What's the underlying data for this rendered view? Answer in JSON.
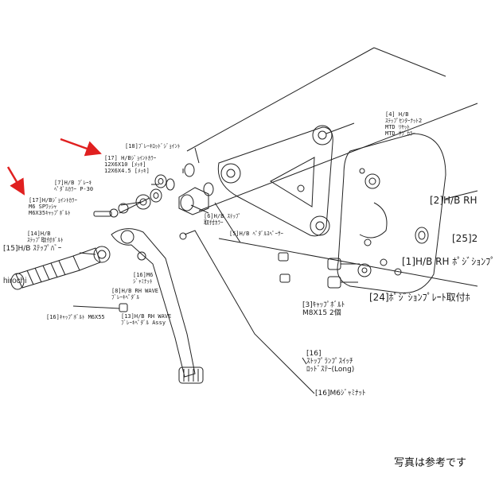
{
  "colors": {
    "line": "#222222",
    "arrow": "#e02020"
  },
  "labels": {
    "l4a": "[4] H/B",
    "l4b": "ｽﾃｯﾌﾟｾﾝﾀｰﾅｯﾄ2",
    "l4c": "MTD ﾘﾔｯﾄ",
    "l4d": "MTD ｻﾌﾞｶﾗｰ",
    "l18": "[18]ﾌﾞﾚｰｷﾛｯﾄﾞｼﾞｮｲﾝﾄ",
    "l17a": "[17] H/Bｼﾞｮｲﾝﾄｶﾗｰ",
    "l17b": "12X6X10 [ﾒｯｷ]",
    "l17c": "12X6X4.5 [ﾒｯｷ]",
    "l7a": "[7]H/B ﾌﾞﾚｰｷ",
    "l7b": "ﾍﾟﾀﾞﾙｶﾗｰ P-30",
    "l17d": "[17]H/Bｼﾞｮｲﾝﾄｶﾗｰ",
    "l17e": "M6 SPﾜｯｼｬ",
    "l17f": "M6X35ｷｬｯﾌﾟﾎﾞﾙﾄ",
    "l2": "[2]H/B RH",
    "l14a": "[14]H/B",
    "l14b": "ｽﾃｯﾌﾟ取付ﾎﾞﾙﾄ",
    "l15": "[15]H/B ｽﾃｯﾌﾟﾊﾞｰ",
    "l6a": "[6]H/B ｽﾃｯﾌﾟ",
    "l6b": "取付ｶﾗｰ",
    "l5": "[5]H/B ﾍﾟﾀﾞﾙｽﾍﾟｰｻｰ",
    "l25": "[25]2",
    "l1": "[1]H/B RH ﾎﾟｼﾞｼｮﾝﾌﾟ",
    "l16a": "[16]M6",
    "l16b": "ｼﾞｬﾐﾅｯﾄ",
    "l8a": "[8]H/B RH WAVE",
    "l8b": "ﾌﾞﾚｰｷﾍﾟﾀﾞﾙ",
    "l24": "[24]ﾎﾟｼﾞｼｮﾝﾌﾟﾚｰﾄ取付ﾎ",
    "l3a": "[3]ｷｬｯﾌﾟﾎﾞﾙﾄ",
    "l3b": "M8X15 2個",
    "l13a": "[13]H/B RH WAVE",
    "l13b": "ﾌﾞﾚｰｷﾍﾟﾀﾞﾙ Assy",
    "l16c": "[16]ｷｬｯﾌﾟﾎﾞﾙﾄ M6X55",
    "l16d": "[16]",
    "l16e": "ｽﾄｯﾌﾟﾗﾝﾌﾟｽｲｯﾁ",
    "l16f": "ﾛｯﾄﾞｽﾃｰ(Long)",
    "l16g": "[16]M6ｼﾞｬﾐﾅｯﾄ"
  },
  "watermark": "hirochi",
  "footer": "写真は参考です"
}
